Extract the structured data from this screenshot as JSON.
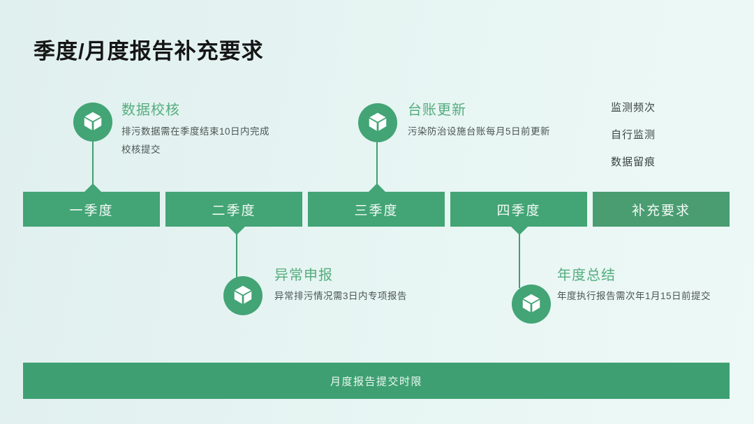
{
  "header": {
    "title": "季度/月度报告补充要求"
  },
  "milestones": {
    "top": [
      {
        "title": "数据校核",
        "desc": "排污数据需在季度结束10日内完成校核提交",
        "icon": "cube-icon"
      },
      {
        "title": "台账更新",
        "desc": "污染防治设施台账每月5日前更新",
        "icon": "cube-icon"
      }
    ],
    "bottom": [
      {
        "title": "异常申报",
        "desc": "异常排污情况需3日内专项报告",
        "icon": "cube-icon"
      },
      {
        "title": "年度总结",
        "desc": "年度执行报告需次年1月15日前提交",
        "icon": "cube-icon"
      }
    ]
  },
  "timeline": {
    "segments": [
      {
        "label": "一季度"
      },
      {
        "label": "二季度"
      },
      {
        "label": "三季度"
      },
      {
        "label": "四季度"
      },
      {
        "label": "补充要求"
      }
    ]
  },
  "side_notes": {
    "items": [
      {
        "label": "监测频次"
      },
      {
        "label": "自行监测"
      },
      {
        "label": "数据留痕"
      }
    ]
  },
  "footer": {
    "label": "月度报告提交时限"
  },
  "colors": {
    "background": "#e6f4f2",
    "green_primary": "#43a475",
    "green_segment_last": "#4a9c71",
    "green_footer": "#3ea072",
    "green_title_text": "#55ad7e",
    "title_text": "#151515",
    "desc_text": "#4d5652",
    "bar_label_text": "#f3faf6"
  }
}
